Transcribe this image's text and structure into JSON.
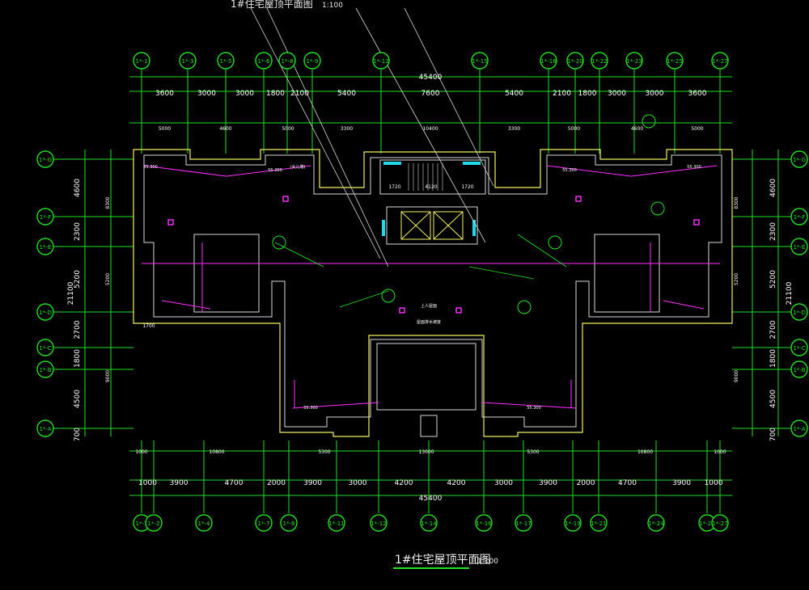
{
  "drawing": {
    "title": "1#住宅屋顶平面图",
    "title_scale": "1:100",
    "top_partial_title": "1#住宅屋顶平面图",
    "top_partial_scale": "1:100"
  },
  "top_axes": [
    "1*-1",
    "1*-3",
    "1*-5",
    "1*-6",
    "1*-8",
    "1*-9",
    "1*-12",
    "1*-15",
    "1*-18",
    "1*-20",
    "1*-22",
    "1*-23",
    "1*-25",
    "1*-27"
  ],
  "bottom_axes": [
    "1*-1",
    "1*-2",
    "1*-4",
    "1*-7",
    "1*-8",
    "1*-11",
    "1*-12",
    "1*-14",
    "1*-16",
    "1*-17",
    "1*-19",
    "1*-21",
    "1*-24",
    "1*-26",
    "1*-27"
  ],
  "left_axes": [
    "1*-G",
    "1*-F",
    "1*-E",
    "1*-D",
    "1*-C",
    "1*-B",
    "1*-A"
  ],
  "top_dims": {
    "overall": "45400",
    "row1": [
      "3600",
      "3000",
      "3000",
      "1800",
      "2100",
      "5400",
      "7600",
      "5400",
      "2100",
      "1800",
      "3000",
      "3000",
      "3600"
    ],
    "row2": [
      "5000",
      "4600",
      "5000",
      "3300",
      "10400",
      "3300",
      "5000",
      "4600",
      "5000"
    ]
  },
  "bottom_dims": {
    "overall": "45400",
    "row1": [
      "1000",
      "3900",
      "4700",
      "2000",
      "3900",
      "3000",
      "4200",
      "4200",
      "3000",
      "3900",
      "2000",
      "4700",
      "3900",
      "1000"
    ],
    "row2": [
      "1000",
      "10800",
      "5300",
      "13000",
      "5300",
      "10800",
      "1000"
    ]
  },
  "side_dims": {
    "left_overall": "21100",
    "right_overall": "21100",
    "rows": [
      "4600",
      "2300",
      "5200",
      "2700",
      "1800",
      "4500",
      "700"
    ],
    "inner_left": [
      "8300",
      "5200",
      "9000"
    ],
    "inner_right": [
      "8300",
      "5200",
      "9000"
    ]
  },
  "labels": {
    "stair_widths": [
      "1720",
      "4120",
      "1720"
    ],
    "misc_dim": "1700",
    "elevations": [
      "55.300",
      "55.300",
      "55.300",
      "55.300",
      "55.300",
      "55.300"
    ],
    "notes": [
      "上人屋面",
      "屋面排水坡度",
      "(女儿墙)"
    ]
  },
  "colors": {
    "axis": "#22e022",
    "wall": "#d8d8d8",
    "parapet": "#f0f060",
    "rain": "#ff30ff",
    "cyan": "#20d8e8",
    "dim_text": "#ffffff"
  }
}
